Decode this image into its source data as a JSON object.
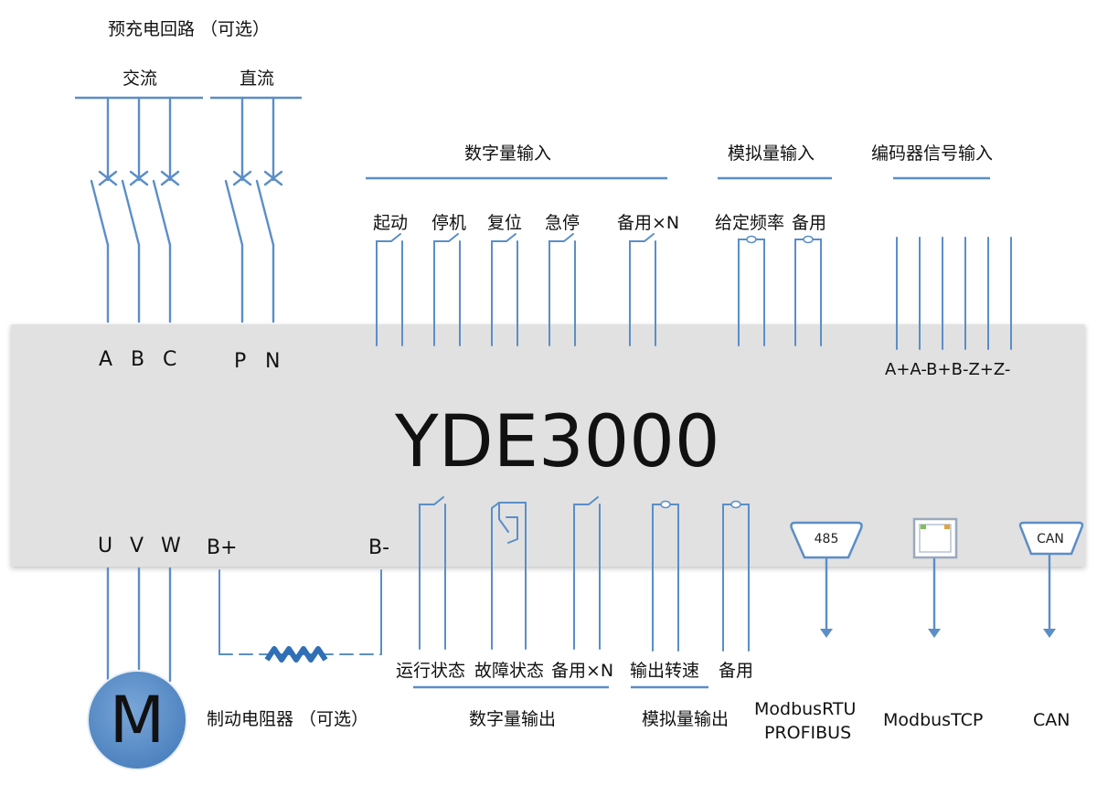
{
  "title_precharge": "预充电回路 （可选）",
  "ac_label": "交流",
  "dc_label": "直流",
  "digital_in": {
    "title": "数字量输入",
    "items": [
      "起动",
      "停机",
      "复位",
      "急停",
      "备用×N"
    ]
  },
  "analog_in": {
    "title": "模拟量输入",
    "items": [
      "给定频率",
      "备用"
    ]
  },
  "encoder": {
    "title": "编码器信号输入",
    "terminals": "A+A-B+B-Z+Z-"
  },
  "top_terminals": [
    "A",
    "B",
    "C",
    "P",
    "N"
  ],
  "model": "YDE3000",
  "bottom_terminals": [
    "U",
    "V",
    "W",
    "B+",
    "B-"
  ],
  "digital_out": {
    "title": "数字量输出",
    "items": [
      "运行状态",
      "故障状态",
      "备用×N"
    ]
  },
  "analog_out": {
    "title": "模拟量输出",
    "items": [
      "输出转速",
      "备用"
    ]
  },
  "motor": "M",
  "brake_resistor": "制动电阻器 （可选）",
  "comms": {
    "rs485_port": "485",
    "can_port": "CAN",
    "modbus_rtu": "ModbusRTU",
    "profibus": "PROFIBUS",
    "modbus_tcp": "ModbusTCP",
    "can": "CAN"
  },
  "colors": {
    "wire": "#5b8ec7",
    "panel": "#e1e1e1",
    "motor": "#5b8ec7"
  }
}
